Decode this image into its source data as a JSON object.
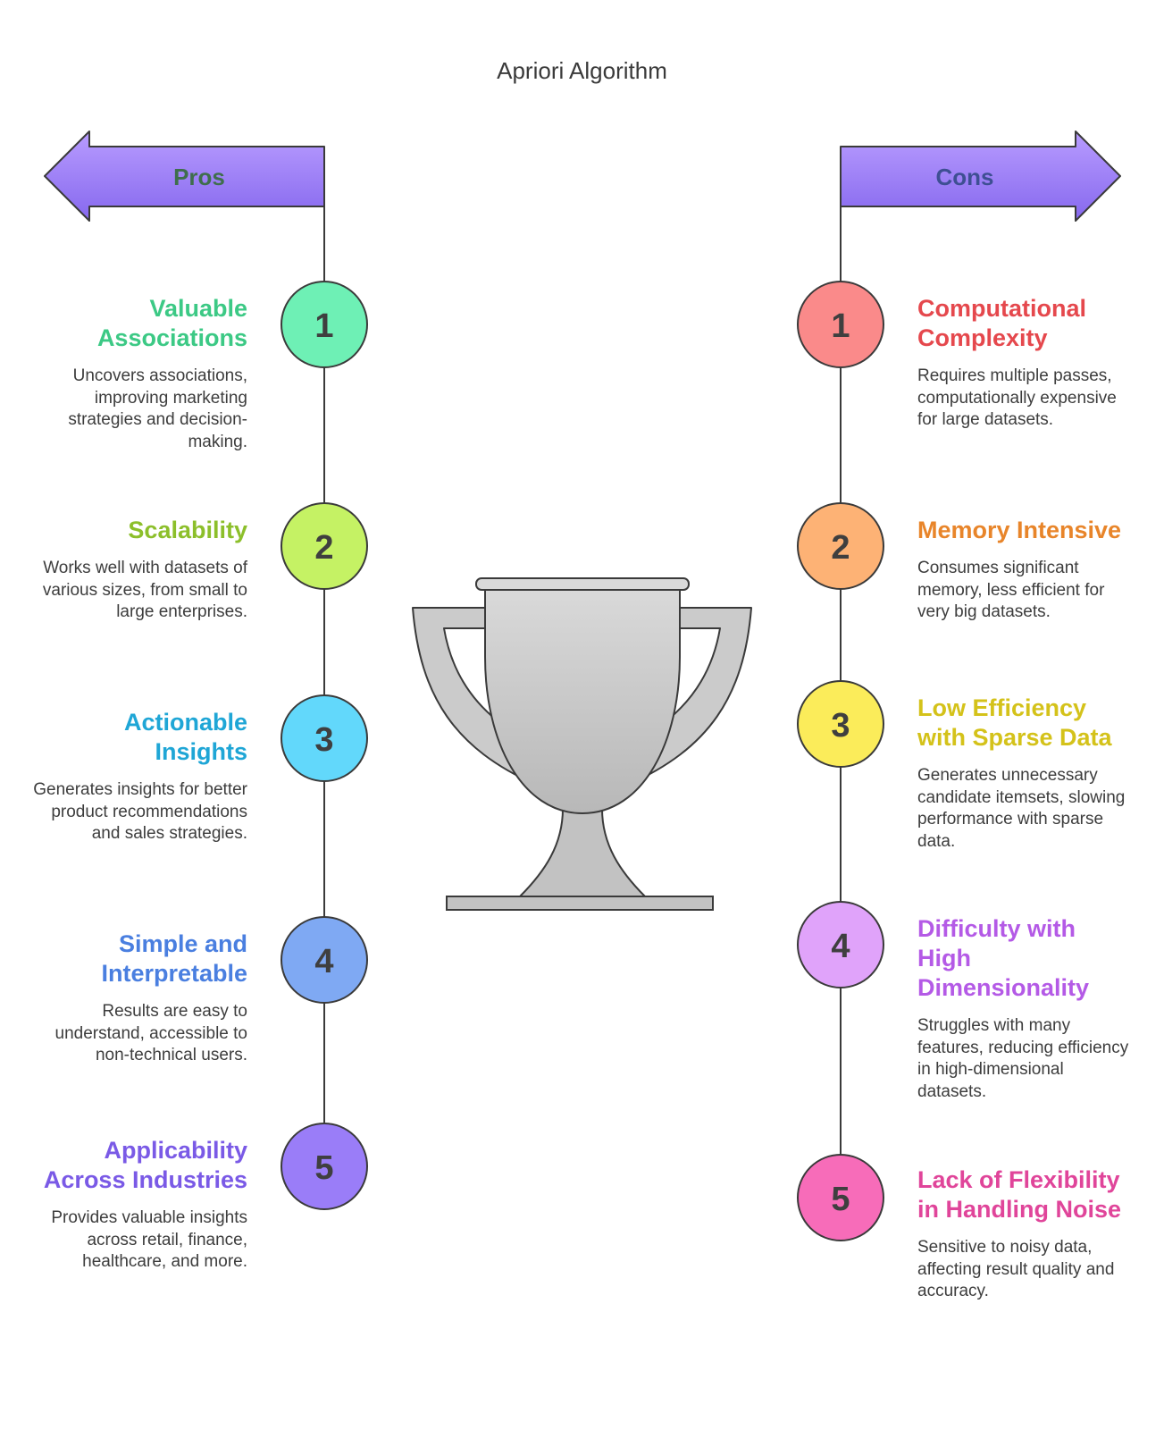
{
  "title": "Apriori Algorithm",
  "pros": {
    "label": "Pros",
    "items": [
      {
        "number": "1",
        "title": "Valuable Associations",
        "description": "Uncovers associations, improving marketing strategies and decision-making.",
        "color": "#3cc985",
        "fill": "#6ef0b5"
      },
      {
        "number": "2",
        "title": "Scalability",
        "description": "Works well with datasets of various sizes, from small to large enterprises.",
        "color": "#8cbf2b",
        "fill": "#c5f264"
      },
      {
        "number": "3",
        "title": "Actionable Insights",
        "description": "Generates insights for better product recommendations and sales strategies.",
        "color": "#1fa6d6",
        "fill": "#62d8fb"
      },
      {
        "number": "4",
        "title": "Simple and Interpretable",
        "description": "Results are easy to understand, accessible to non-technical users.",
        "color": "#4a7fe0",
        "fill": "#7fa9f3"
      },
      {
        "number": "5",
        "title": "Applicability Across Industries",
        "description": "Provides valuable insights across retail, finance, healthcare, and more.",
        "color": "#7a5ae6",
        "fill": "#9a7df8"
      }
    ]
  },
  "cons": {
    "label": "Cons",
    "items": [
      {
        "number": "1",
        "title": "Computational Complexity",
        "description": "Requires multiple passes, computationally expensive for large datasets.",
        "color": "#e5484d",
        "fill": "#fa8a8a"
      },
      {
        "number": "2",
        "title": "Memory Intensive",
        "description": "Consumes significant memory, less efficient for very big datasets.",
        "color": "#e8852a",
        "fill": "#fdb275"
      },
      {
        "number": "3",
        "title": "Low Efficiency with Sparse Data",
        "description": "Generates unnecessary candidate itemsets, slowing performance with sparse data.",
        "color": "#d4c21a",
        "fill": "#fbec5a"
      },
      {
        "number": "4",
        "title": "Difficulty with High Dimensionality",
        "description": "Struggles with many features, reducing efficiency in high-dimensional datasets.",
        "color": "#b45ae6",
        "fill": "#e0a3fa"
      },
      {
        "number": "5",
        "title": "Lack of Flexibility in Handling Noise",
        "description": "Sensitive to noisy data, affecting result quality and accuracy.",
        "color": "#e0459a",
        "fill": "#f76cb9"
      }
    ]
  },
  "colors": {
    "arrow_fill_top": "#b89cff",
    "arrow_fill_bottom": "#8668ee",
    "pros_label": "#3f6e4c",
    "cons_label": "#3e4f93",
    "trophy": "#cbcbcb",
    "outline": "#3a3a3a"
  }
}
